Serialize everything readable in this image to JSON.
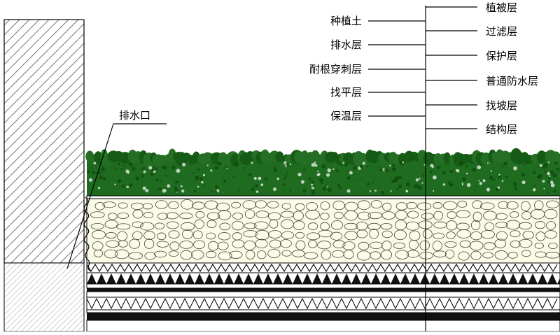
{
  "labels_left": [
    {
      "id": "planting-soil",
      "text": "种植土"
    },
    {
      "id": "drainage",
      "text": "排水层"
    },
    {
      "id": "root-resistant",
      "text": "耐根穿刺层"
    },
    {
      "id": "leveling",
      "text": "找平层"
    },
    {
      "id": "insulation",
      "text": "保温层"
    }
  ],
  "labels_right": [
    {
      "id": "vegetation",
      "text": "植被层"
    },
    {
      "id": "filter",
      "text": "过滤层"
    },
    {
      "id": "protection",
      "text": "保护层"
    },
    {
      "id": "waterproof",
      "text": "普通防水层"
    },
    {
      "id": "slope",
      "text": "找坡层"
    },
    {
      "id": "structure",
      "text": "结构层"
    }
  ],
  "outlet_label": "排水口",
  "colors": {
    "vegetation": "#1f6b1f",
    "soil": "#fbfbe6",
    "line": "#000000"
  }
}
